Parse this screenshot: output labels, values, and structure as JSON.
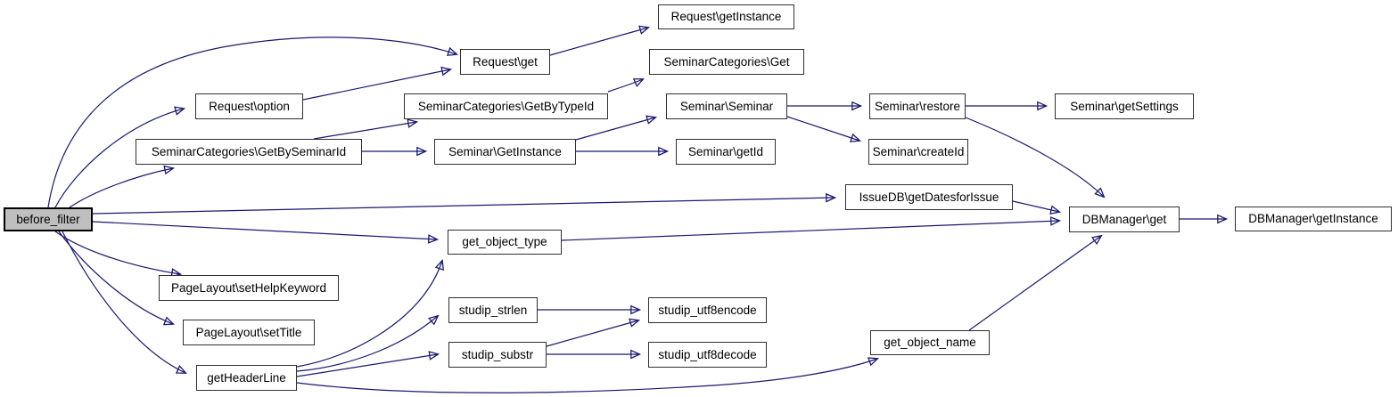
{
  "graph": {
    "type": "call-graph",
    "root_function": "before_filter",
    "colors": {
      "edge": "#191970",
      "node_border": "#2f2f2f",
      "node_fill": "#ffffff",
      "root_fill": "#bfbfbf",
      "background": "#ffffff",
      "text": "#000000"
    },
    "nodes": [
      {
        "id": "before_filter",
        "label": "before_filter",
        "root": true
      },
      {
        "id": "request_option",
        "label": "Request\\option"
      },
      {
        "id": "semcat_getbyseminarid",
        "label": "SeminarCategories\\GetBySeminarId"
      },
      {
        "id": "pagelayout_sethelpkeyword",
        "label": "PageLayout\\setHelpKeyword"
      },
      {
        "id": "pagelayout_settitle",
        "label": "PageLayout\\setTitle"
      },
      {
        "id": "getheaderline",
        "label": "getHeaderLine"
      },
      {
        "id": "request_get",
        "label": "Request\\get"
      },
      {
        "id": "semcat_getbytypeid",
        "label": "SeminarCategories\\GetByTypeId"
      },
      {
        "id": "seminar_getinstance",
        "label": "Seminar\\GetInstance"
      },
      {
        "id": "get_object_type",
        "label": "get_object_type"
      },
      {
        "id": "studip_strlen",
        "label": "studip_strlen"
      },
      {
        "id": "studip_substr",
        "label": "studip_substr"
      },
      {
        "id": "request_getinstance",
        "label": "Request\\getInstance"
      },
      {
        "id": "semcat_get",
        "label": "SeminarCategories\\Get"
      },
      {
        "id": "seminar_seminar",
        "label": "Seminar\\Seminar"
      },
      {
        "id": "seminar_getid",
        "label": "Seminar\\getId"
      },
      {
        "id": "studip_utf8encode",
        "label": "studip_utf8encode"
      },
      {
        "id": "studip_utf8decode",
        "label": "studip_utf8decode"
      },
      {
        "id": "seminar_restore",
        "label": "Seminar\\restore"
      },
      {
        "id": "seminar_createid",
        "label": "Seminar\\createId"
      },
      {
        "id": "issuedb_getdatesforissue",
        "label": "IssueDB\\getDatesforIssue"
      },
      {
        "id": "get_object_name",
        "label": "get_object_name"
      },
      {
        "id": "seminar_getsettings",
        "label": "Seminar\\getSettings"
      },
      {
        "id": "dbmanager_get",
        "label": "DBManager\\get"
      },
      {
        "id": "dbmanager_getinstance",
        "label": "DBManager\\getInstance"
      }
    ],
    "edges": [
      {
        "from": "before_filter",
        "to": "request_get"
      },
      {
        "from": "before_filter",
        "to": "request_option"
      },
      {
        "from": "before_filter",
        "to": "semcat_getbyseminarid"
      },
      {
        "from": "before_filter",
        "to": "issuedb_getdatesforissue"
      },
      {
        "from": "before_filter",
        "to": "get_object_type"
      },
      {
        "from": "before_filter",
        "to": "pagelayout_sethelpkeyword"
      },
      {
        "from": "before_filter",
        "to": "pagelayout_settitle"
      },
      {
        "from": "before_filter",
        "to": "getheaderline"
      },
      {
        "from": "request_option",
        "to": "request_get"
      },
      {
        "from": "request_get",
        "to": "request_getinstance"
      },
      {
        "from": "semcat_getbyseminarid",
        "to": "semcat_getbytypeid"
      },
      {
        "from": "semcat_getbyseminarid",
        "to": "seminar_getinstance"
      },
      {
        "from": "semcat_getbytypeid",
        "to": "semcat_get"
      },
      {
        "from": "seminar_getinstance",
        "to": "seminar_seminar"
      },
      {
        "from": "seminar_getinstance",
        "to": "seminar_getid"
      },
      {
        "from": "seminar_seminar",
        "to": "seminar_restore"
      },
      {
        "from": "seminar_seminar",
        "to": "seminar_createid"
      },
      {
        "from": "seminar_restore",
        "to": "seminar_getsettings"
      },
      {
        "from": "seminar_restore",
        "to": "dbmanager_get"
      },
      {
        "from": "issuedb_getdatesforissue",
        "to": "dbmanager_get"
      },
      {
        "from": "get_object_type",
        "to": "dbmanager_get"
      },
      {
        "from": "dbmanager_get",
        "to": "dbmanager_getinstance"
      },
      {
        "from": "getheaderline",
        "to": "get_object_type"
      },
      {
        "from": "getheaderline",
        "to": "studip_strlen"
      },
      {
        "from": "getheaderline",
        "to": "studip_substr"
      },
      {
        "from": "getheaderline",
        "to": "get_object_name"
      },
      {
        "from": "studip_strlen",
        "to": "studip_utf8encode"
      },
      {
        "from": "studip_substr",
        "to": "studip_utf8encode"
      },
      {
        "from": "studip_substr",
        "to": "studip_utf8decode"
      },
      {
        "from": "get_object_name",
        "to": "dbmanager_get"
      }
    ]
  }
}
